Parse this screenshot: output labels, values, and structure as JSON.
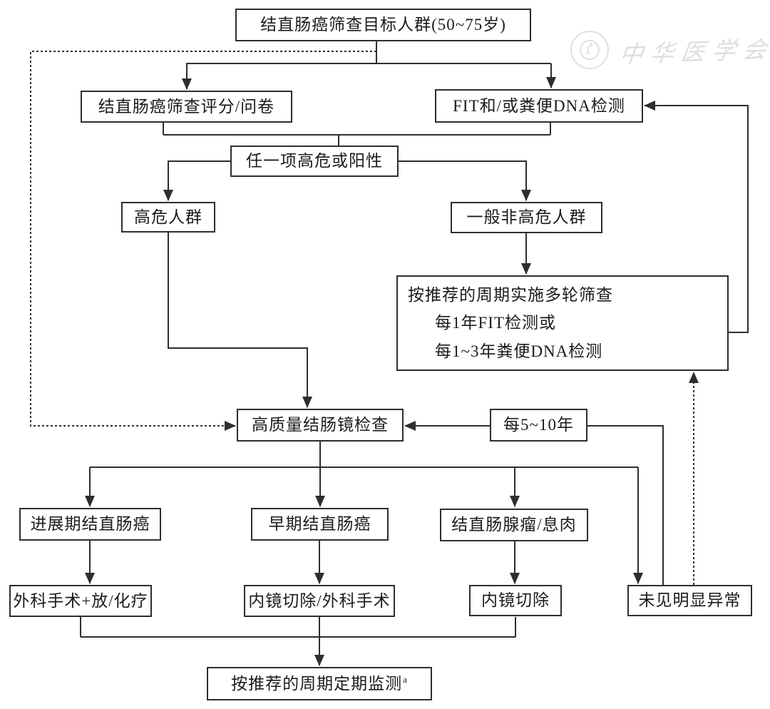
{
  "flowchart": {
    "nodes": {
      "target": {
        "label": "结直肠癌筛查目标人群(50~75岁)"
      },
      "score": {
        "label": "结直肠癌筛查评分/问卷"
      },
      "fit": {
        "label": "FIT和/或粪便DNA检测"
      },
      "any_high": {
        "label": "任一项高危或阳性"
      },
      "high_risk": {
        "label": "高危人群"
      },
      "non_high_risk": {
        "label": "一般非高危人群"
      },
      "multi_round": {
        "line1": "按推荐的周期实施多轮筛查",
        "line2": "每1年FIT检测或",
        "line3": "每1~3年粪便DNA检测"
      },
      "colonoscopy": {
        "label": "高质量结肠镜检查"
      },
      "interval_5_10": {
        "label": "每5~10年"
      },
      "advanced_crc": {
        "label": "进展期结直肠癌"
      },
      "early_crc": {
        "label": "早期结直肠癌"
      },
      "adenoma_polyp": {
        "label": "结直肠腺瘤/息肉"
      },
      "surgery": {
        "label": "外科手术+放/化疗"
      },
      "endo_or_surgery": {
        "label": "内镜切除/外科手术"
      },
      "endo_resection": {
        "label": "内镜切除"
      },
      "no_abnormality": {
        "label": "未见明显异常"
      },
      "monitor": {
        "label": "按推荐的周期定期监测",
        "superscript": "a"
      }
    },
    "watermark": {
      "text": "中华医学会"
    },
    "colors": {
      "line": "#2e2e2e",
      "border": "#2e2e2e",
      "text": "#1b1b1b",
      "watermark": "#dedede",
      "background": "#ffffff"
    }
  }
}
